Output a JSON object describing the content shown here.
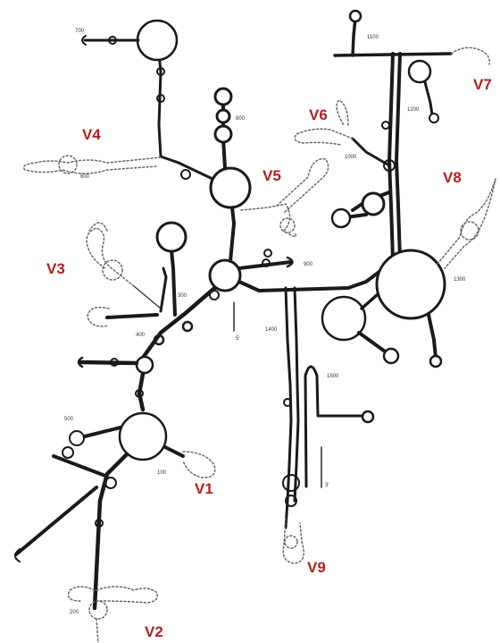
{
  "colors": {
    "region_label": "#b41e1e",
    "structure_line": "#1a1a1a",
    "variable_region_line": "#666666"
  },
  "region_labels": {
    "v1": "V1",
    "v2": "V2",
    "v3": "V3",
    "v4": "V4",
    "v5": "V5",
    "v6": "V6",
    "v7": "V7",
    "v8": "V8",
    "v9": "V9"
  },
  "position_labels": {
    "p100": "100",
    "p200": "200",
    "p300": "300",
    "p400": "400",
    "p500": "500",
    "p600": "600",
    "p700": "700",
    "p800": "800",
    "p900": "900",
    "p1000": "1000",
    "p1100": "1100",
    "p1200": "1200",
    "p1300": "1300",
    "p1400": "1400",
    "p1500": "1500"
  },
  "terminus_labels": {
    "five_prime": "5'",
    "three_prime": "3'"
  },
  "line_styles": {
    "conserved": "solid",
    "variable": "dotted"
  }
}
